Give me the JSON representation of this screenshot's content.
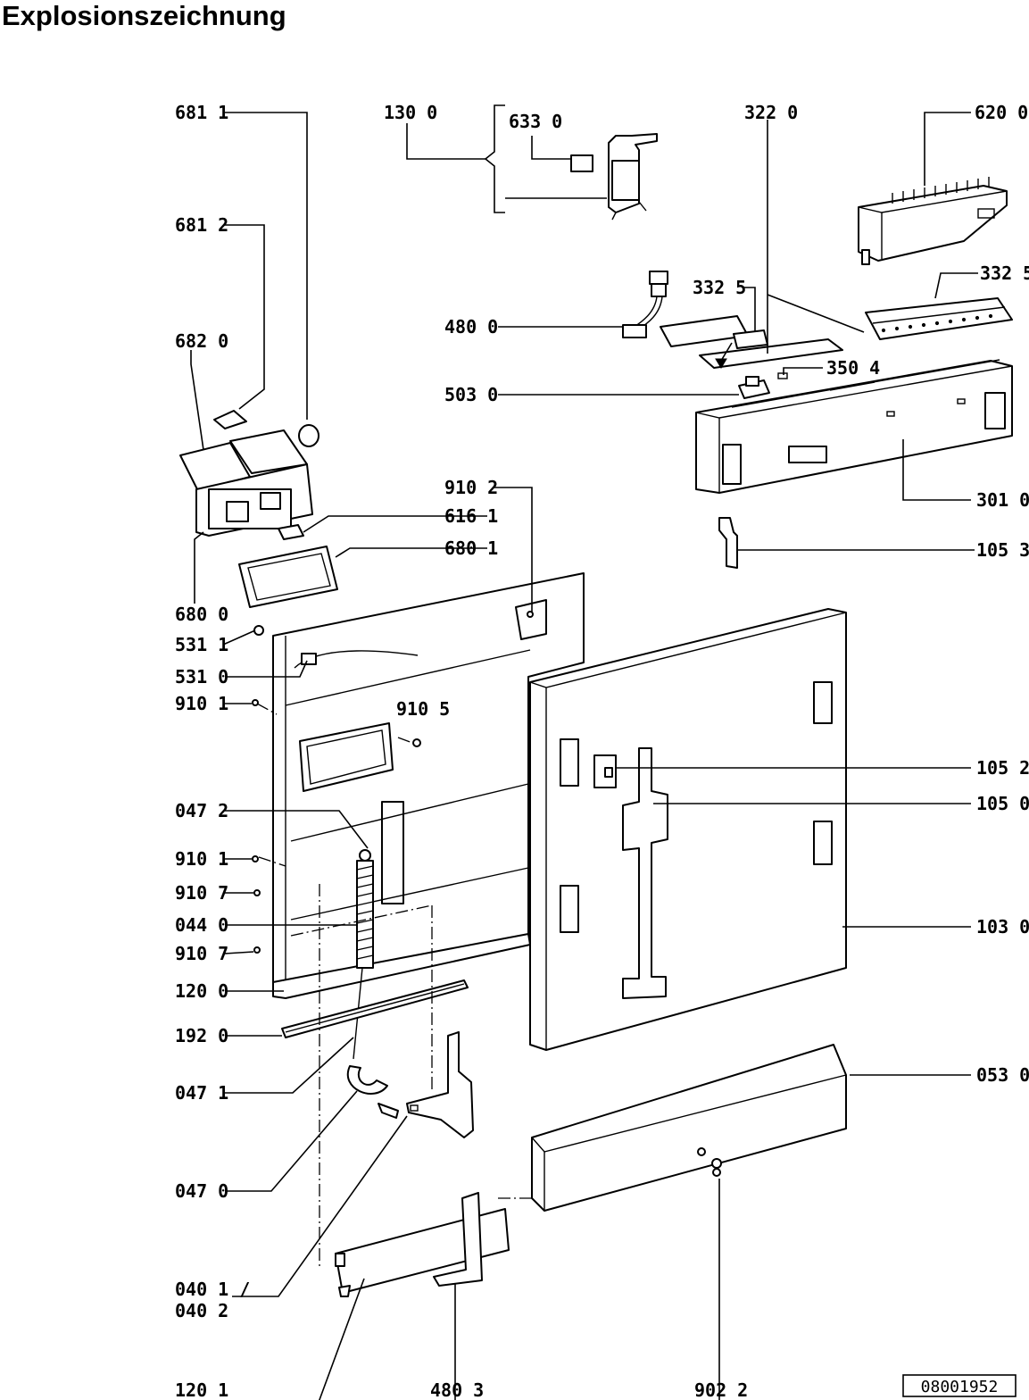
{
  "title": "Explosionszeichnung",
  "drawing_number": "08001952",
  "callouts": [
    {
      "id": "681-1",
      "text": "681 1"
    },
    {
      "id": "130-0",
      "text": "130 0"
    },
    {
      "id": "633-0",
      "text": "633 0"
    },
    {
      "id": "322-0",
      "text": "322 0"
    },
    {
      "id": "620-0",
      "text": "620 0"
    },
    {
      "id": "681-2",
      "text": "681 2"
    },
    {
      "id": "332-5-a",
      "text": "332 5"
    },
    {
      "id": "332-5-b",
      "text": "332 5"
    },
    {
      "id": "480-0",
      "text": "480 0"
    },
    {
      "id": "682-0",
      "text": "682 0"
    },
    {
      "id": "350-4",
      "text": "350 4"
    },
    {
      "id": "503-0",
      "text": "503 0"
    },
    {
      "id": "910-2",
      "text": "910 2"
    },
    {
      "id": "616-1",
      "text": "616 1"
    },
    {
      "id": "680-1",
      "text": "680 1"
    },
    {
      "id": "301-0",
      "text": "301 0"
    },
    {
      "id": "105-3",
      "text": "105 3"
    },
    {
      "id": "680-0",
      "text": "680 0"
    },
    {
      "id": "531-1",
      "text": "531 1"
    },
    {
      "id": "531-0",
      "text": "531 0"
    },
    {
      "id": "910-1-a",
      "text": "910 1"
    },
    {
      "id": "910-5",
      "text": "910 5"
    },
    {
      "id": "105-2",
      "text": "105 2"
    },
    {
      "id": "105-0",
      "text": "105 0"
    },
    {
      "id": "047-2",
      "text": "047 2"
    },
    {
      "id": "910-1-b",
      "text": "910 1"
    },
    {
      "id": "910-7-a",
      "text": "910 7"
    },
    {
      "id": "044-0",
      "text": "044 0"
    },
    {
      "id": "103-0",
      "text": "103 0"
    },
    {
      "id": "910-7-b",
      "text": "910 7"
    },
    {
      "id": "120-0",
      "text": "120 0"
    },
    {
      "id": "192-0",
      "text": "192 0"
    },
    {
      "id": "047-1",
      "text": "047 1"
    },
    {
      "id": "053-0",
      "text": "053 0"
    },
    {
      "id": "047-0",
      "text": "047 0"
    },
    {
      "id": "040-1",
      "text": "040 1 /"
    },
    {
      "id": "040-2",
      "text": "040 2"
    },
    {
      "id": "120-1",
      "text": "120 1"
    },
    {
      "id": "480-3",
      "text": "480 3"
    },
    {
      "id": "902-2",
      "text": "902 2"
    }
  ]
}
